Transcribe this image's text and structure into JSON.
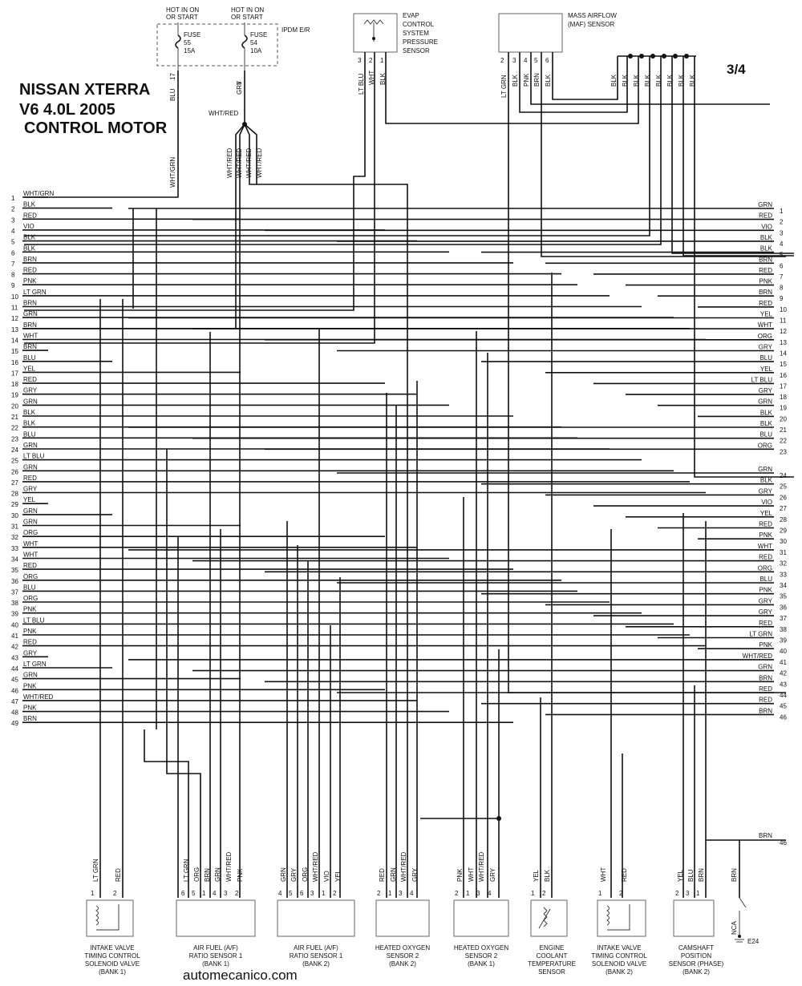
{
  "header": {
    "title_line1": "NISSAN XTERRA",
    "title_line2": "V6 4.0L 2005",
    "title_line3": "CONTROL MOTOR",
    "page": "3/4"
  },
  "footer": {
    "site": "automecanico.com"
  },
  "ipdm": {
    "label": "IPDM E/R",
    "fuses": [
      {
        "hot1": "HOT IN ON",
        "hot2": "OR START",
        "name": "FUSE",
        "num": "55",
        "amp": "15A",
        "pin": "17",
        "color": "BLU"
      },
      {
        "hot1": "HOT IN ON",
        "hot2": "OR START",
        "name": "FUSE",
        "num": "54",
        "amp": "10A",
        "pin": "8",
        "color": "GRY"
      }
    ],
    "wht_grn": "WHT/GRN",
    "wht_red": "WHT/RED",
    "splice_wires": [
      "WHT/RED",
      "WHT/RED",
      "WHT/RED",
      "WHT/RED"
    ]
  },
  "top_components": [
    {
      "id": "evap",
      "lines": [
        "EVAP",
        "CONTROL",
        "SYSTEM",
        "PRESSURE",
        "SENSOR"
      ],
      "pins": [
        {
          "n": "3",
          "c": "LT BLU"
        },
        {
          "n": "2",
          "c": "WHT"
        },
        {
          "n": "1",
          "c": "BLK"
        }
      ]
    },
    {
      "id": "maf",
      "lines": [
        "MASS AIRFLOW",
        "(MAF) SENSOR"
      ],
      "pins": [
        {
          "n": "2",
          "c": "LT GRN"
        },
        {
          "n": "3",
          "c": "BLK"
        },
        {
          "n": "4",
          "c": "PNK"
        },
        {
          "n": "5",
          "c": "BRN"
        },
        {
          "n": "6",
          "c": "BLK"
        }
      ]
    }
  ],
  "blk_bus": [
    "BLK",
    "BLK",
    "BLK",
    "BLK",
    "BLK",
    "BLK",
    "BLK",
    "BLK"
  ],
  "ecm_left": [
    {
      "n": "1",
      "c": "WHT/GRN"
    },
    {
      "n": "2",
      "c": "BLK"
    },
    {
      "n": "3",
      "c": "RED"
    },
    {
      "n": "4",
      "c": "VIO"
    },
    {
      "n": "5",
      "c": "BLK"
    },
    {
      "n": "6",
      "c": "BLK"
    },
    {
      "n": "7",
      "c": "BRN"
    },
    {
      "n": "8",
      "c": "RED"
    },
    {
      "n": "9",
      "c": "PNK"
    },
    {
      "n": "10",
      "c": "LT GRN"
    },
    {
      "n": "11",
      "c": "BRN"
    },
    {
      "n": "12",
      "c": "GRN"
    },
    {
      "n": "13",
      "c": "BRN"
    },
    {
      "n": "14",
      "c": "WHT"
    },
    {
      "n": "15",
      "c": "BRN"
    },
    {
      "n": "16",
      "c": "BLU"
    },
    {
      "n": "17",
      "c": "YEL"
    },
    {
      "n": "18",
      "c": "RED"
    },
    {
      "n": "19",
      "c": "GRY"
    },
    {
      "n": "20",
      "c": "GRN"
    },
    {
      "n": "21",
      "c": "BLK"
    },
    {
      "n": "22",
      "c": "BLK"
    },
    {
      "n": "23",
      "c": "BLU"
    },
    {
      "n": "24",
      "c": "GRN"
    },
    {
      "n": "25",
      "c": "LT BLU"
    },
    {
      "n": "26",
      "c": "GRN"
    },
    {
      "n": "27",
      "c": "RED"
    },
    {
      "n": "28",
      "c": "GRY"
    },
    {
      "n": "29",
      "c": "YEL"
    },
    {
      "n": "30",
      "c": "GRN"
    },
    {
      "n": "31",
      "c": "GRN"
    },
    {
      "n": "32",
      "c": "ORG"
    },
    {
      "n": "33",
      "c": "WHT"
    },
    {
      "n": "34",
      "c": "WHT"
    },
    {
      "n": "35",
      "c": "RED"
    },
    {
      "n": "36",
      "c": "ORG"
    },
    {
      "n": "37",
      "c": "BLU"
    },
    {
      "n": "38",
      "c": "ORG"
    },
    {
      "n": "39",
      "c": "PNK"
    },
    {
      "n": "40",
      "c": "LT BLU"
    },
    {
      "n": "41",
      "c": "PNK"
    },
    {
      "n": "42",
      "c": "RED"
    },
    {
      "n": "43",
      "c": "GRY"
    },
    {
      "n": "44",
      "c": "LT GRN"
    },
    {
      "n": "45",
      "c": "GRN"
    },
    {
      "n": "46",
      "c": "PNK"
    },
    {
      "n": "47",
      "c": "WHT/RED"
    },
    {
      "n": "48",
      "c": "PNK"
    },
    {
      "n": "49",
      "c": "BRN"
    }
  ],
  "ecm_right": [
    {
      "n": "1",
      "c": "GRN"
    },
    {
      "n": "2",
      "c": "RED"
    },
    {
      "n": "3",
      "c": "VIO"
    },
    {
      "n": "4",
      "c": "BLK"
    },
    {
      "n": "5",
      "c": "BLK"
    },
    {
      "n": "6",
      "c": "BRN"
    },
    {
      "n": "7",
      "c": "RED"
    },
    {
      "n": "8",
      "c": "PNK"
    },
    {
      "n": "9",
      "c": "BRN"
    },
    {
      "n": "10",
      "c": "RED"
    },
    {
      "n": "11",
      "c": "YEL"
    },
    {
      "n": "12",
      "c": "WHT"
    },
    {
      "n": "13",
      "c": "ORG"
    },
    {
      "n": "14",
      "c": "GRY"
    },
    {
      "n": "15",
      "c": "BLU"
    },
    {
      "n": "16",
      "c": "YEL"
    },
    {
      "n": "17",
      "c": "LT BLU"
    },
    {
      "n": "18",
      "c": "GRY"
    },
    {
      "n": "19",
      "c": "GRN"
    },
    {
      "n": "20",
      "c": "BLK"
    },
    {
      "n": "21",
      "c": "BLK"
    },
    {
      "n": "22",
      "c": "BLU"
    },
    {
      "n": "23",
      "c": "ORG"
    },
    {
      "n": "24",
      "c": "GRN"
    },
    {
      "n": "25",
      "c": "BLK"
    },
    {
      "n": "26",
      "c": "GRY"
    },
    {
      "n": "27",
      "c": "VIO"
    },
    {
      "n": "28",
      "c": "YEL"
    },
    {
      "n": "29",
      "c": "RED"
    },
    {
      "n": "30",
      "c": "PNK"
    },
    {
      "n": "31",
      "c": "WHT"
    },
    {
      "n": "32",
      "c": "RED"
    },
    {
      "n": "33",
      "c": "ORG"
    },
    {
      "n": "34",
      "c": "BLU"
    },
    {
      "n": "35",
      "c": "PNK"
    },
    {
      "n": "36",
      "c": "GRY"
    },
    {
      "n": "37",
      "c": "GRY"
    },
    {
      "n": "38",
      "c": "RED"
    },
    {
      "n": "39",
      "c": "LT GRN"
    },
    {
      "n": "40",
      "c": "PNK"
    },
    {
      "n": "41",
      "c": "WHT/RED"
    },
    {
      "n": "42",
      "c": "GRN"
    },
    {
      "n": "43",
      "c": "BRN"
    },
    {
      "n": "44",
      "c": "RED"
    },
    {
      "n": "45",
      "c": "RED"
    },
    {
      "n": "46",
      "c": "BRN"
    }
  ],
  "bottom_components": [
    {
      "id": "ivt1",
      "lines": [
        "INTAKE VALVE",
        "TIMING CONTROL",
        "SOLENOID VALVE",
        "(BANK 1)"
      ],
      "pins": [
        {
          "n": "1",
          "c": "LT GRN"
        },
        {
          "n": "2",
          "c": "RED"
        }
      ]
    },
    {
      "id": "af1",
      "lines": [
        "AIR FUEL (A/F)",
        "RATIO SENSOR 1",
        "(BANK 1)"
      ],
      "pins": [
        {
          "n": "6",
          "c": "LT GRN"
        },
        {
          "n": "5",
          "c": "ORG"
        },
        {
          "n": "1",
          "c": "BRN"
        },
        {
          "n": "4",
          "c": "GRN"
        },
        {
          "n": "3",
          "c": "WHT/RED"
        },
        {
          "n": "2",
          "c": "PNK"
        }
      ]
    },
    {
      "id": "af2",
      "lines": [
        "AIR FUEL (A/F)",
        "RATIO SENSOR 1",
        "(BANK 2)"
      ],
      "pins": [
        {
          "n": "4",
          "c": "GRN"
        },
        {
          "n": "5",
          "c": "GRY"
        },
        {
          "n": "6",
          "c": "ORG"
        },
        {
          "n": "3",
          "c": "WHT/RED"
        },
        {
          "n": "1",
          "c": "VIO"
        },
        {
          "n": "2",
          "c": "YEL"
        }
      ]
    },
    {
      "id": "ho2b2",
      "lines": [
        "HEATED OXYGEN",
        "SENSOR 2",
        "(BANK 2)"
      ],
      "pins": [
        {
          "n": "2",
          "c": "RED"
        },
        {
          "n": "1",
          "c": "GRN"
        },
        {
          "n": "3",
          "c": "WHT/RED"
        },
        {
          "n": "4",
          "c": "GRY"
        }
      ]
    },
    {
      "id": "ho2b1",
      "lines": [
        "HEATED OXYGEN",
        "SENSOR 2",
        "(BANK 1)"
      ],
      "pins": [
        {
          "n": "2",
          "c": "PNK"
        },
        {
          "n": "1",
          "c": "WHT"
        },
        {
          "n": "3",
          "c": "WHT/RED"
        },
        {
          "n": "4",
          "c": "GRY"
        }
      ]
    },
    {
      "id": "ect",
      "lines": [
        "ENGINE",
        "COOLANT",
        "TEMPERATURE",
        "SENSOR"
      ],
      "pins": [
        {
          "n": "1",
          "c": "YEL"
        },
        {
          "n": "2",
          "c": "BLK"
        }
      ]
    },
    {
      "id": "ivt2",
      "lines": [
        "INTAKE VALVE",
        "TIMING CONTROL",
        "SOLENOID VALVE",
        "(BANK 2)"
      ],
      "pins": [
        {
          "n": "1",
          "c": "WHT"
        },
        {
          "n": "2",
          "c": "RED"
        }
      ]
    },
    {
      "id": "cmp",
      "lines": [
        "CAMSHAFT",
        "POSITION",
        "SENSOR (PHASE)",
        "(BANK 2)"
      ],
      "pins": [
        {
          "n": "2",
          "c": "YEL"
        },
        {
          "n": "3",
          "c": "BLU"
        },
        {
          "n": "1",
          "c": "BRN"
        }
      ]
    }
  ],
  "ground": {
    "wire": "BRN",
    "pin": "46",
    "nca": "NCA",
    "label": "E24"
  }
}
